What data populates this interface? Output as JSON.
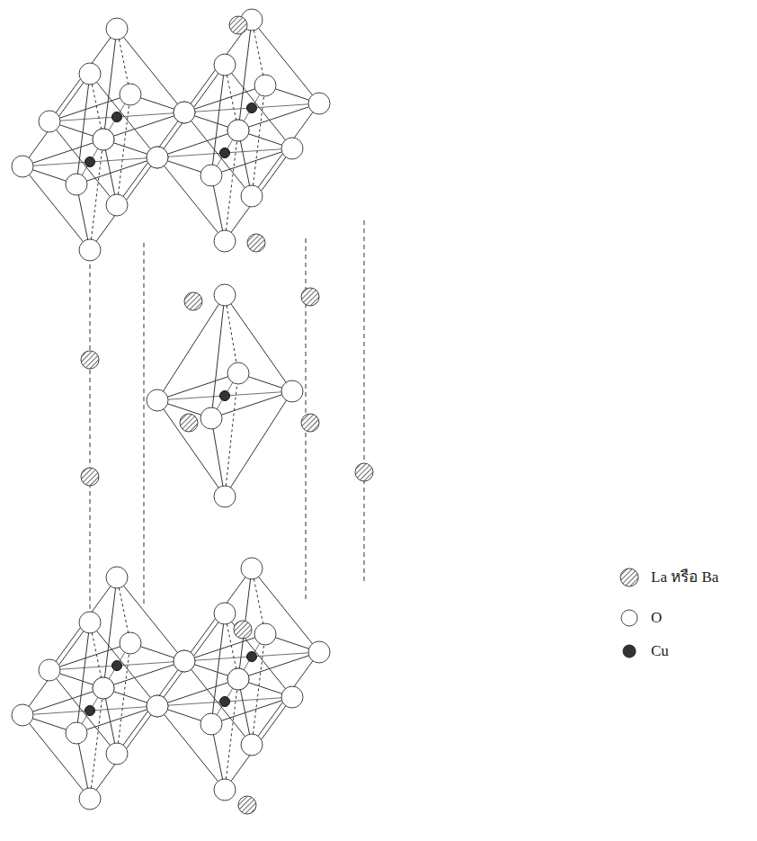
{
  "diagram": {
    "legend": [
      {
        "text": "La หรือ Ba"
      },
      {
        "text": "O"
      },
      {
        "text": "Cu"
      }
    ]
  }
}
